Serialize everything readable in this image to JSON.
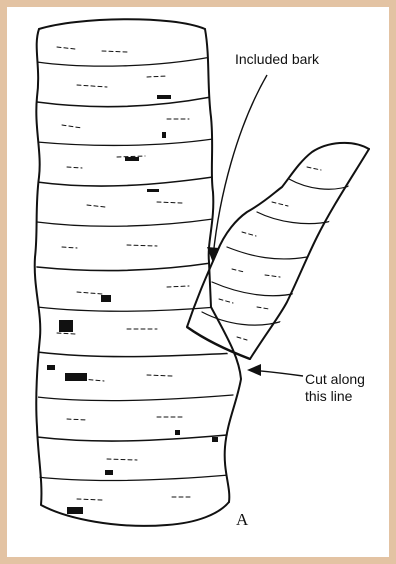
{
  "figure": {
    "annotation_included_bark": "Included bark",
    "annotation_cut": [
      "Cut along",
      "this line"
    ],
    "panel_label": "A"
  },
  "colors": {
    "page_background": "#e3c3a3",
    "figure_background": "#ffffff",
    "ink": "#111111"
  }
}
